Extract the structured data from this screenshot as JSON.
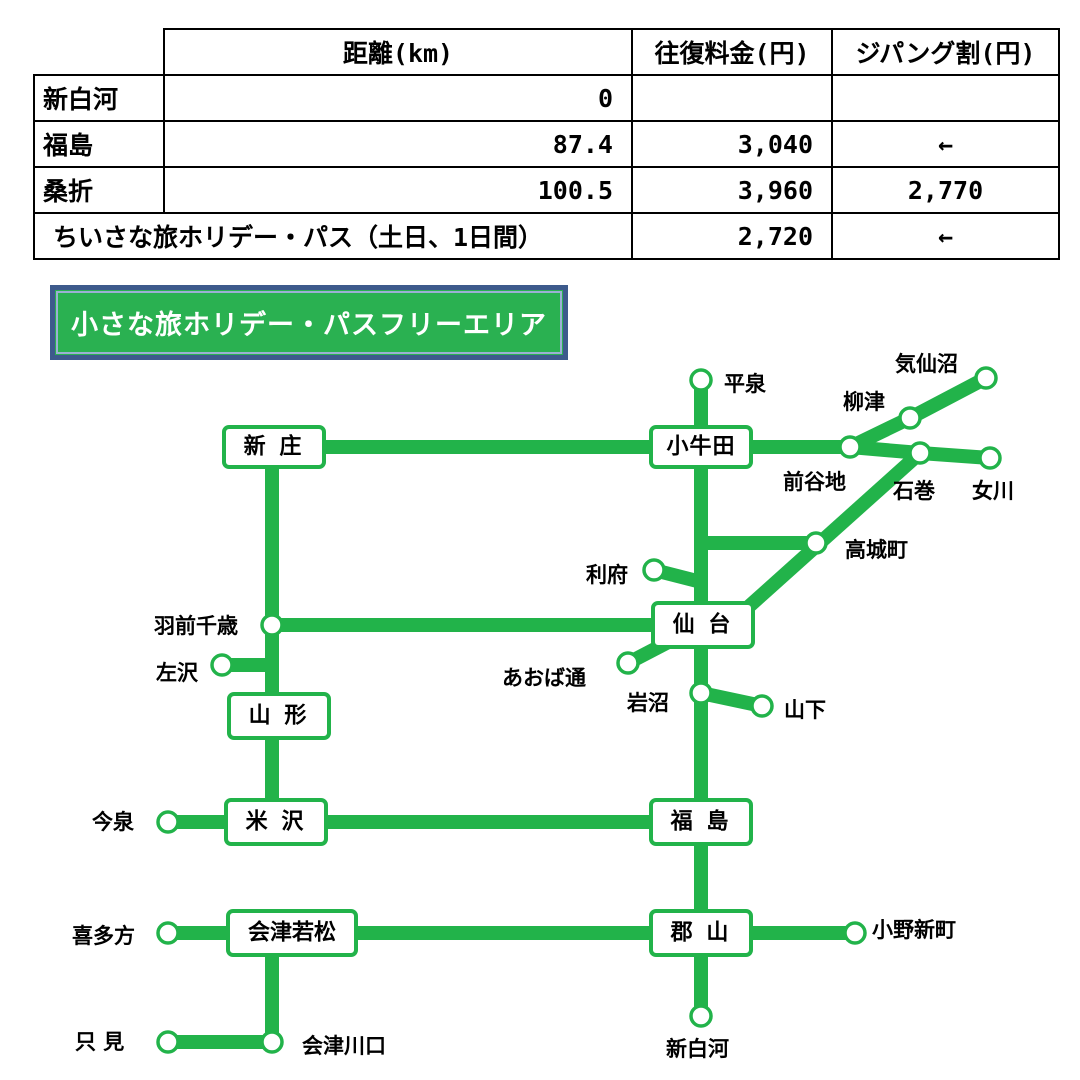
{
  "fare_table": {
    "headers": [
      "距離(km)",
      "往復料金(円)",
      "ジパング割(円)"
    ],
    "rows": [
      {
        "station": "新白河",
        "distance": "0",
        "round_trip": "",
        "zipangu": ""
      },
      {
        "station": "福島",
        "distance": "87.4",
        "round_trip": "3,040",
        "zipangu": "←"
      },
      {
        "station": "桑折",
        "distance": "100.5",
        "round_trip": "3,960",
        "zipangu": "2,770"
      }
    ],
    "pass_row": {
      "label": "ちいさな旅ホリデー・パス（土日、1日間）",
      "round_trip": "2,720",
      "zipangu": "←"
    }
  },
  "map": {
    "banner": "小さな旅ホリデー・パスフリーエリア",
    "line_color": "#22b34a",
    "banner_color": "#2ab151",
    "major_stations": {
      "shinjo": "新 庄",
      "kogota": "小牛田",
      "sendai": "仙 台",
      "yamagata": "山 形",
      "yonezawa": "米 沢",
      "fukushima": "福 島",
      "aizuwakamatsu": "会津若松",
      "koriyama": "郡 山"
    },
    "minor_stations": {
      "hiraizumi": "平泉",
      "kesennuma": "気仙沼",
      "yanaizu": "柳津",
      "maeyachi": "前谷地",
      "ishinomaki": "石巻",
      "onagawa": "女川",
      "takagimachi": "高城町",
      "rifu": "利府",
      "uzensendai": "羽前千歳",
      "sazawa": "左沢",
      "aobadori": "あおば通",
      "iwanuma": "岩沼",
      "yamashita": "山下",
      "imaizumi": "今泉",
      "kitakata": "喜多方",
      "ononiimachi": "小野新町",
      "tadami": "只 見",
      "aizukawaguchi": "会津川口",
      "shirakawa": "新白河"
    }
  }
}
